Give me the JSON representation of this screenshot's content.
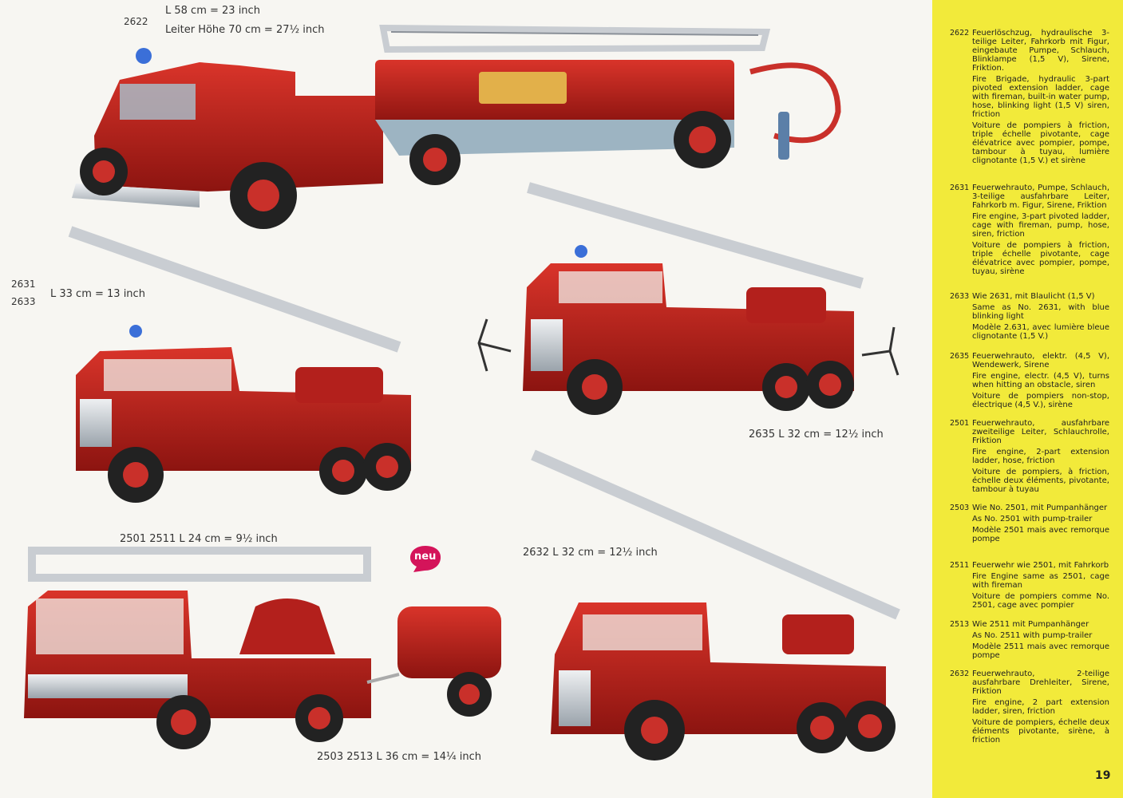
{
  "labels": {
    "l2622_num": "2622",
    "l2622_len": "L 58 cm = 23 inch",
    "l2622_ladder": "Leiter Höhe 70 cm = 27½ inch",
    "l2631_num": "2631",
    "l2633_num": "2633",
    "l2631_len": "L 33 cm = 13 inch",
    "l2635": "2635  L 32 cm = 12½ inch",
    "l2501": "2501  2511 L 24 cm = 9½ inch",
    "l2632": "2632  L 32 cm = 12½ inch",
    "l2503": "2503  2513 L 36 cm = 14¼ inch",
    "neu_badge": "neu"
  },
  "entries": [
    {
      "num": "2622",
      "texts": [
        "Feuerlöschzug, hydraulische 3-teilige Leiter, Fahrkorb mit Figur, eingebaute Pumpe, Schlauch, Blinklampe (1,5 V), Sirene, Friktion.",
        "Fire Brigade, hydraulic 3-part pivoted extension ladder, cage with fireman, built-in water pump, hose, blinking light (1,5 V) siren, friction",
        "Voiture de pompiers à friction, triple échelle pivotante, cage élévatrice avec pompier, pompe, tambour à tuyau, lumière clignotante (1,5 V.) et sirène"
      ]
    },
    {
      "num": "2631",
      "texts": [
        "Feuerwehrauto, Pumpe, Schlauch, 3-teilige ausfahrbare Leiter, Fahrkorb m. Figur, Sirene, Friktion",
        "Fire engine, 3-part pivoted ladder, cage with fireman, pump, hose, siren, friction",
        "Voiture de pompiers à friction, triple échelle pivotante, cage élévatrice avec pompier, pompe, tuyau, sirène"
      ]
    },
    {
      "num": "2633",
      "texts": [
        "Wie 2631, mit Blaulicht (1,5 V)",
        "Same as No. 2631, with blue blinking light",
        "Modèle 2.631, avec lumière bleue clignotante (1,5 V.)"
      ]
    },
    {
      "num": "2635",
      "texts": [
        "Feuerwehrauto, elektr. (4,5 V), Wendewerk, Sirene",
        "Fire engine, electr. (4,5 V), turns when hitting an obstacle, siren",
        "Voiture de pompiers non-stop, électrique (4,5 V.), sirène"
      ]
    },
    {
      "num": "2501",
      "texts": [
        "Feuerwehrauto, ausfahrbare zweiteilige Leiter, Schlauchrolle, Friktion",
        "Fire engine, 2-part extension ladder, hose, friction",
        "Voiture de pompiers, à friction, échelle deux éléments, pivotante, tambour à tuyau"
      ]
    },
    {
      "num": "2503",
      "texts": [
        "Wie No. 2501, mit Pumpanhänger",
        "As No. 2501 with pump-trailer",
        "Modèle 2501 mais avec remorque pompe"
      ]
    },
    {
      "num": "2511",
      "texts": [
        "Feuerwehr wie 2501, mit Fahrkorb",
        "Fire Engine same as 2501, cage with fireman",
        "Voiture de pompiers comme No. 2501, cage avec pompier"
      ]
    },
    {
      "num": "2513",
      "texts": [
        "Wie 2511 mit Pumpanhänger",
        "As No. 2511 with pump-trailer",
        "Modèle 2511 mais avec remorque pompe"
      ]
    },
    {
      "num": "2632",
      "texts": [
        "Feuerwehrauto, 2-teilige ausfahrbare Drehleiter, Sirene, Friktion",
        "Fire engine, 2 part extension ladder, siren, friction",
        "Voiture de pompiers, échelle deux éléments pivotante, sirène, à friction"
      ]
    }
  ],
  "page_number": "19",
  "colors": {
    "sidebar": "#f2ea3a",
    "truck_red": "#b3201c",
    "badge": "#d4145a"
  }
}
